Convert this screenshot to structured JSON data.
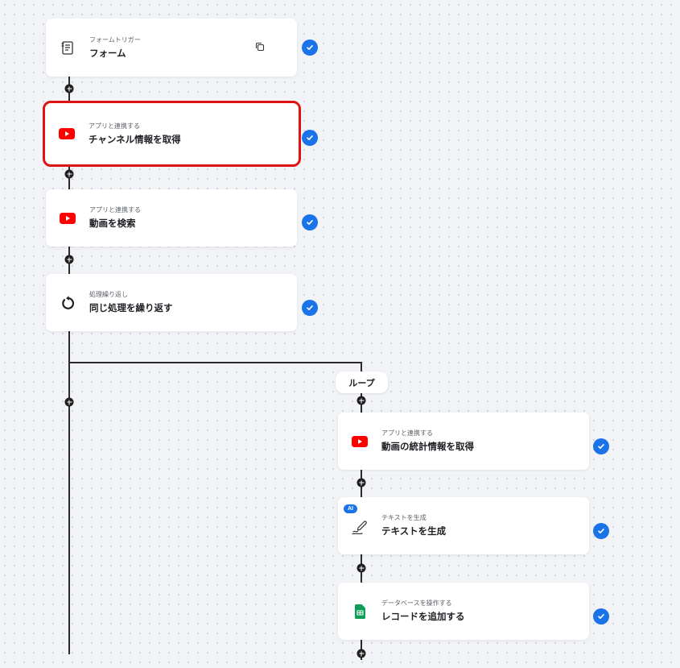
{
  "nodes": [
    {
      "category": "フォームトリガー",
      "title": "フォーム",
      "icon": "form-icon"
    },
    {
      "category": "アプリと連携する",
      "title": "チャンネル情報を取得",
      "icon": "youtube-icon"
    },
    {
      "category": "アプリと連携する",
      "title": "動画を検索",
      "icon": "youtube-icon"
    },
    {
      "category": "処理繰り返し",
      "title": "同じ処理を繰り返す",
      "icon": "loop-arrow-icon"
    }
  ],
  "loop": {
    "label": "ループ",
    "nodes": [
      {
        "category": "アプリと連携する",
        "title": "動画の統計情報を取得",
        "icon": "youtube-icon"
      },
      {
        "category": "テキストを生成",
        "title": "テキストを生成",
        "icon": "pen-icon",
        "badge": "AI"
      },
      {
        "category": "データベースを操作する",
        "title": "レコードを追加する",
        "icon": "sheets-icon"
      }
    ]
  },
  "colors": {
    "check": "#1a73e8",
    "youtube": "#ff0000",
    "sheets": "#0f9d58",
    "selection": "#e01313"
  }
}
